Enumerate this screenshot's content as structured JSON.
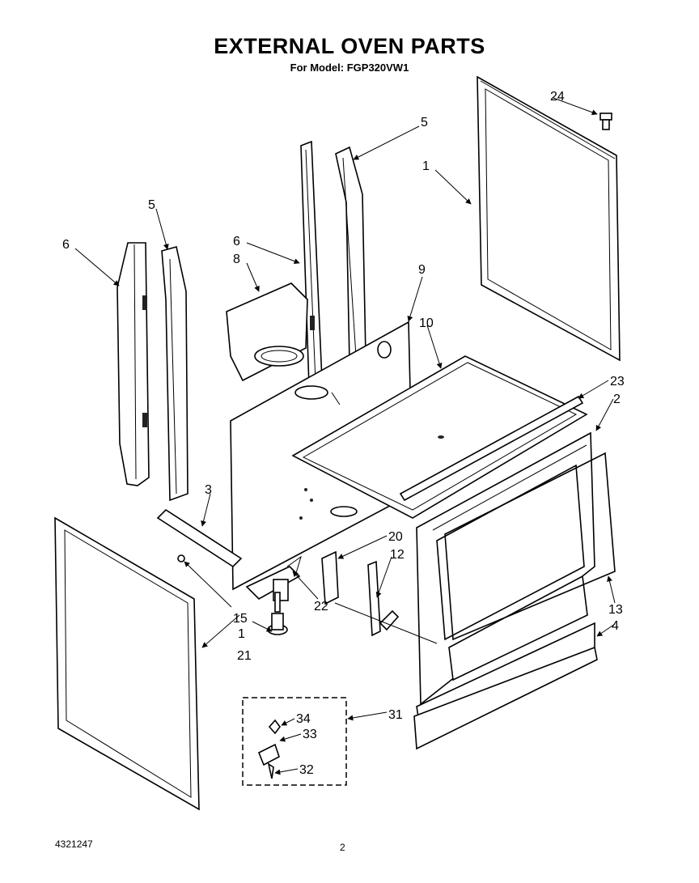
{
  "header": {
    "title": "EXTERNAL OVEN PARTS",
    "subtitle": "For Model: FGP320VW1"
  },
  "callouts": [
    {
      "id": "c24",
      "label": "24"
    },
    {
      "id": "c5a",
      "label": "5"
    },
    {
      "id": "c1a",
      "label": "1"
    },
    {
      "id": "c5b",
      "label": "5"
    },
    {
      "id": "c6a",
      "label": "6"
    },
    {
      "id": "c6b",
      "label": "6"
    },
    {
      "id": "c8",
      "label": "8"
    },
    {
      "id": "c9",
      "label": "9"
    },
    {
      "id": "c10",
      "label": "10"
    },
    {
      "id": "c23",
      "label": "23"
    },
    {
      "id": "c2",
      "label": "2"
    },
    {
      "id": "c3",
      "label": "3"
    },
    {
      "id": "c20",
      "label": "20"
    },
    {
      "id": "c12",
      "label": "12"
    },
    {
      "id": "c22",
      "label": "22"
    },
    {
      "id": "c15",
      "label": "15"
    },
    {
      "id": "c1b",
      "label": "1"
    },
    {
      "id": "c21",
      "label": "21"
    },
    {
      "id": "c13",
      "label": "13"
    },
    {
      "id": "c4",
      "label": "4"
    },
    {
      "id": "c31",
      "label": "31"
    },
    {
      "id": "c34",
      "label": "34"
    },
    {
      "id": "c33",
      "label": "33"
    },
    {
      "id": "c32",
      "label": "32"
    }
  ],
  "footer": {
    "document_number": "4321247",
    "page_number": "2"
  }
}
